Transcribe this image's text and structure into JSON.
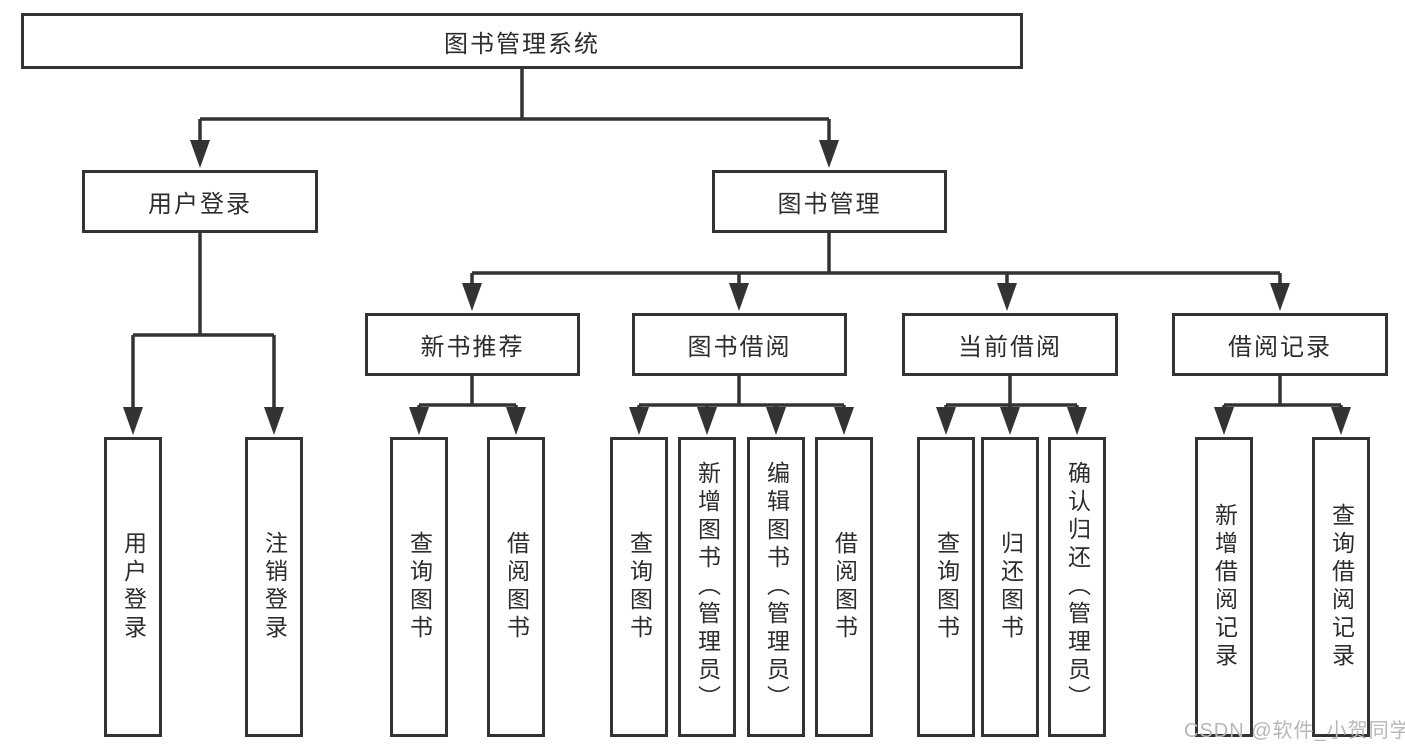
{
  "diagram": {
    "root": "图书管理系统",
    "branches": [
      {
        "label": "用户登录",
        "children": [
          "用户登录",
          "注销登录"
        ]
      },
      {
        "label": "图书管理",
        "sections": [
          {
            "label": "新书推荐",
            "children": [
              "查询图书",
              "借阅图书"
            ]
          },
          {
            "label": "图书借阅",
            "children": [
              "查询图书",
              "新增图书（管理员）",
              "编辑图书（管理员）",
              "借阅图书"
            ]
          },
          {
            "label": "当前借阅",
            "children": [
              "查询图书",
              "归还图书",
              "确认归还（管理员）"
            ]
          },
          {
            "label": "借阅记录",
            "children": [
              "新增借阅记录",
              "查询借阅记录"
            ]
          }
        ]
      }
    ]
  },
  "watermark": {
    "text": "CSDN @软件_小贺同学"
  },
  "colors": {
    "line": "#333333",
    "box_border": "#333333",
    "text": "#2d2d2d",
    "watermark": "#b4b8bc",
    "background": "#ffffff"
  }
}
